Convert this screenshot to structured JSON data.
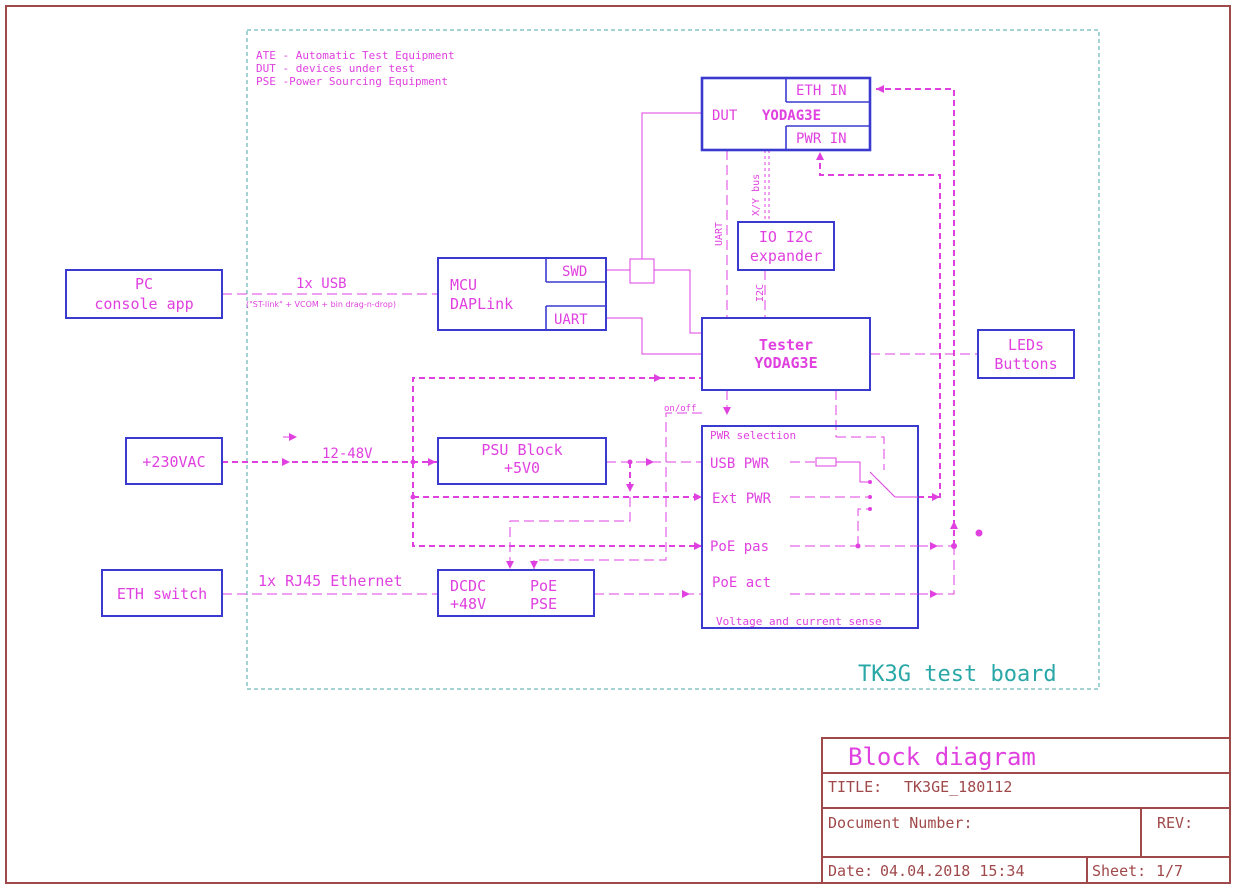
{
  "legend": [
    "ATE - Automatic Test Equipment",
    "DUT - devices under test",
    "PSE  -Power Sourcing Equipment"
  ],
  "board_label": "TK3G test board",
  "blocks": {
    "pc": {
      "line1": "PC",
      "line2": "console app"
    },
    "ac": {
      "label": "+230VAC"
    },
    "eth_switch": {
      "label": "ETH switch"
    },
    "mcu": {
      "line1": "MCU",
      "line2": "DAPLink",
      "port_swd": "SWD",
      "port_uart": "UART"
    },
    "dut": {
      "label": "DUT",
      "name": "YODAG3E",
      "port_eth": "ETH IN",
      "port_pwr": "PWR IN"
    },
    "io": {
      "line1": "IO I2C",
      "line2": "expander"
    },
    "tester": {
      "line1": "Tester",
      "line2": "YODAG3E"
    },
    "leds": {
      "line1": "LEDs",
      "line2": "Buttons"
    },
    "psu": {
      "line1": "PSU Block",
      "line2": "+5V0"
    },
    "dcdc": {
      "line1": "DCDC",
      "line2": "+48V"
    },
    "poe_pse": {
      "line1": "PoE",
      "line2": "PSE"
    },
    "pwr_sel": {
      "title": "PWR selection",
      "usb": "USB PWR",
      "ext": "Ext PWR",
      "poe_pas": "PoE pas",
      "poe_act": "PoE act",
      "sense": "Voltage and current sense"
    }
  },
  "wire_labels": {
    "usb": "1x USB",
    "usb_note": "(\"ST-link\" + VCOM + bin drag-n-drop)",
    "rj45": "1x RJ45 Ethernet",
    "vin": "12-48V",
    "uart": "UART",
    "xy_bus": "X/Y bus",
    "i2c": "I2C",
    "onoff": "on/off"
  },
  "title_block": {
    "heading": "Block diagram",
    "title_label": "TITLE:",
    "title_value": "TK3GE_180112",
    "docnum_label": "Document Number:",
    "rev_label": "REV:",
    "date_label": "Date:",
    "date_value": "04.04.2018 15:34",
    "sheet_label": "Sheet:",
    "sheet_value": "1/7"
  }
}
